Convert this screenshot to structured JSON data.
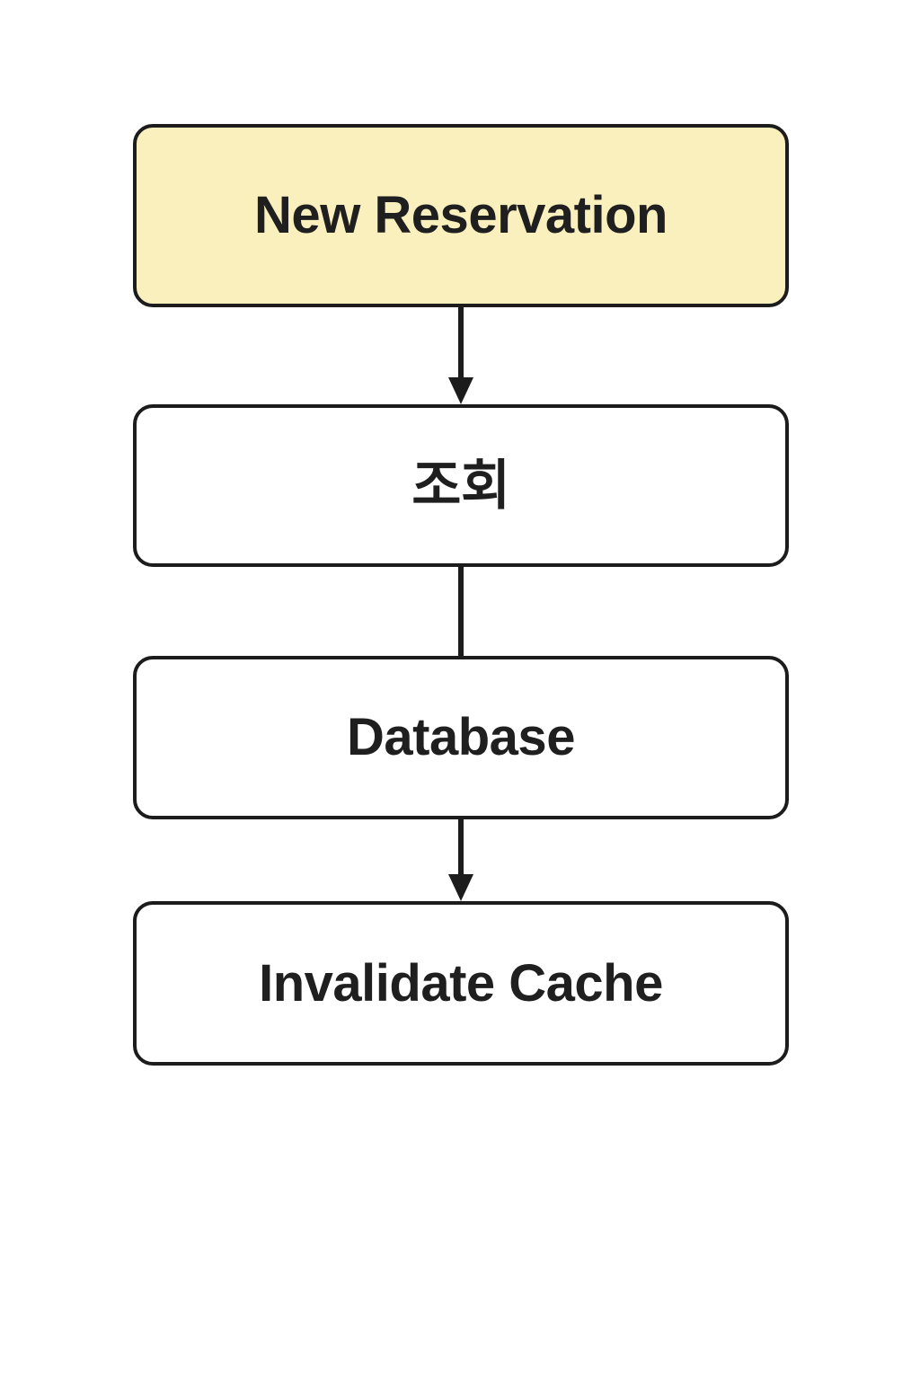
{
  "diagram": {
    "type": "flowchart",
    "orientation": "top-to-bottom",
    "background_color": "#ffffff",
    "accent_color": "#faf0be",
    "stroke_color": "#1c1c1c",
    "text_color": "#1f1f1f",
    "nodes": [
      {
        "id": "new-reservation",
        "label": "New Reservation",
        "shape": "rounded-rect",
        "fill": "#faf0be",
        "highlighted": true
      },
      {
        "id": "lookup",
        "label": "조회",
        "shape": "rounded-rect",
        "fill": "#ffffff",
        "highlighted": false
      },
      {
        "id": "database",
        "label": "Database",
        "shape": "rounded-rect",
        "fill": "#ffffff",
        "highlighted": false
      },
      {
        "id": "invalidate-cache",
        "label": "Invalidate Cache",
        "shape": "rounded-rect",
        "fill": "#ffffff",
        "highlighted": false
      }
    ],
    "edges": [
      {
        "id": "edge-1",
        "from": "new-reservation",
        "to": "lookup",
        "label": "",
        "arrowhead": true
      },
      {
        "id": "edge-2",
        "from": "lookup",
        "to": "database",
        "label": "",
        "arrowhead": false
      },
      {
        "id": "edge-3",
        "from": "database",
        "to": "invalidate-cache",
        "label": "",
        "arrowhead": true
      }
    ]
  }
}
